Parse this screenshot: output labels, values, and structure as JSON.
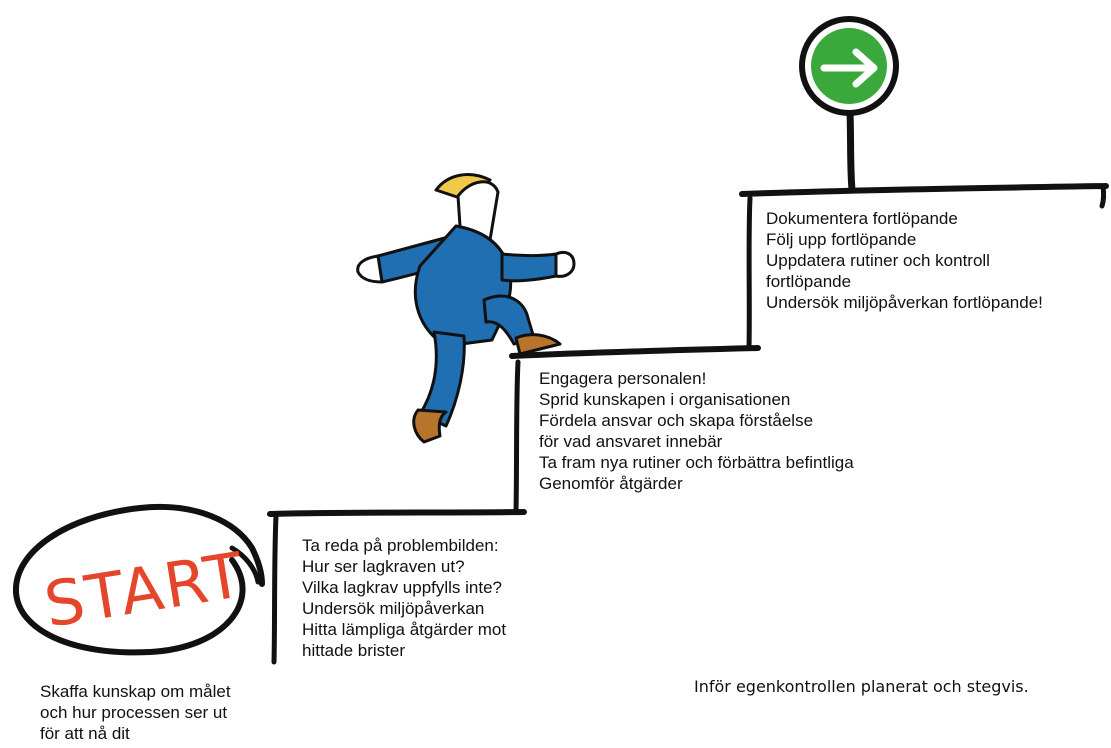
{
  "top_title": "",
  "start_badge": {
    "label": "START",
    "ring_color": "#111111",
    "text_color": "#e5452a"
  },
  "goal_sign": {
    "icon": "arrow-right-icon",
    "color": "#3aa83a"
  },
  "steps": [
    {
      "id": "step-0",
      "lines": [
        "Skaffa kunskap om målet",
        "och hur processen ser ut",
        "för att nå dit"
      ]
    },
    {
      "id": "step-1",
      "lines": [
        "Ta reda på problembilden:",
        "Hur ser lagkraven ut?",
        "Vilka lagkrav uppfylls inte?",
        "Undersök miljöpåverkan",
        "Hitta lämpliga åtgärder mot",
        "hittade brister"
      ]
    },
    {
      "id": "step-2",
      "lines": [
        "Engagera personalen!",
        "Sprid kunskapen i organisationen",
        "Fördela ansvar och skapa förståelse",
        "för vad ansvaret innebär",
        "Ta fram nya rutiner och förbättra befintliga",
        "Genomför åtgärder"
      ]
    },
    {
      "id": "step-3",
      "lines": [
        "Dokumentera fortlöpande",
        "Följ upp fortlöpande",
        "Uppdatera rutiner och kontroll",
        "fortlöpande",
        "Undersök miljöpåverkan fortlöpande!"
      ]
    }
  ],
  "footer_note": "Inför egenkontrollen planerat och stegvis.",
  "colors": {
    "figure_suit": "#1f6fb2",
    "figure_hair": "#f0c84a",
    "shoe": "#b8742a",
    "stair_line": "#111111"
  }
}
